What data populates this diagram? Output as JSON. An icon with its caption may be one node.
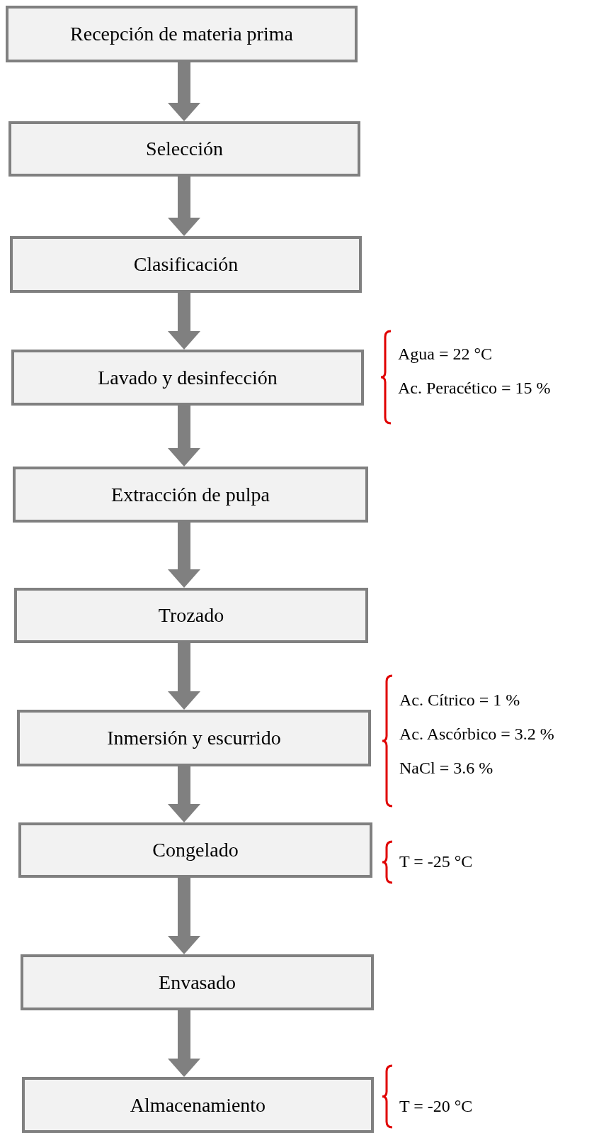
{
  "diagram": {
    "nodes": [
      {
        "text": [
          "Recepción de materia prima"
        ]
      },
      {
        "text": [
          "Selección"
        ]
      },
      {
        "text": [
          "Clasificación"
        ]
      },
      {
        "text": [
          "Lavado y desinfección"
        ],
        "beside": [
          "Agua = 22 °C",
          "Ac. Peracético = 15 %"
        ]
      },
      {
        "text": [
          "Extracción de pulpa"
        ]
      },
      {
        "text": [
          "Trozado"
        ]
      },
      {
        "text": [
          "Inmersión y escurrido"
        ],
        "beside": [
          "Ac. Cítrico = 1 %",
          "Ac. Ascórbico = 3.2 %",
          "NaCl = 3.6 %"
        ]
      },
      {
        "text": [
          "Congelado"
        ],
        "beside": [
          "T = -25 °C"
        ]
      },
      {
        "text": [
          "Envasado"
        ]
      },
      {
        "text": [
          "Almacenamiento"
        ],
        "beside": [
          "T = -20 °C"
        ]
      }
    ],
    "edges": [
      {
        "from": 0,
        "to": 1,
        "arrow": "to"
      },
      {
        "from": 1,
        "to": 2,
        "arrow": "to"
      },
      {
        "from": 2,
        "to": 3,
        "arrow": "to"
      },
      {
        "from": 3,
        "to": 4,
        "arrow": "to"
      },
      {
        "from": 4,
        "to": 5,
        "arrow": "to"
      },
      {
        "from": 5,
        "to": 6,
        "arrow": "to"
      },
      {
        "from": 6,
        "to": 7,
        "arrow": "to"
      },
      {
        "from": 7,
        "to": 8,
        "arrow": "to"
      },
      {
        "from": 8,
        "to": 9,
        "arrow": "to"
      }
    ]
  }
}
